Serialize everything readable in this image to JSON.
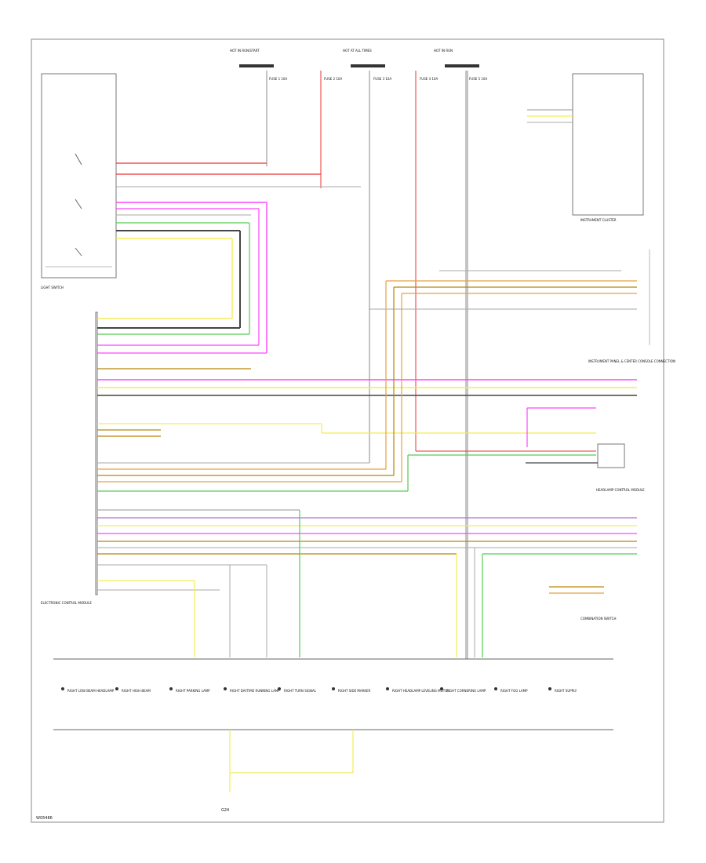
{
  "page_code": "W05486",
  "colors": {
    "red": "#ee3333",
    "pink": "#ff44ff",
    "yellow": "#f2ee55",
    "green": "#55cc55",
    "gray": "#aaaaaa",
    "dark": "#444444",
    "brown": "#b8860b",
    "orange": "#e8a040",
    "violet": "#b070d0",
    "blue": "#6a8cff"
  },
  "labels": {
    "light_switch": "LIGHT SWITCH",
    "instrument_cluster": "INSTRUMENT CLUSTER",
    "instrument_panel_connection": "INSTRUMENT PANEL & CENTER CONSOLE CONNECTION",
    "electronic_control": "ELECTRONIC CONTROL MODULE",
    "headlamp_control": "HEADLAMP CONTROL MODULE",
    "combination_switch": "COMBINATION SWITCH",
    "fuse_1": "FUSE 1 10A",
    "fuse_2": "FUSE 2 10A",
    "fuse_3": "FUSE 3 10A",
    "fuse_4": "FUSE 4 10A",
    "fuse_5": "FUSE 5 10A",
    "power_supply_1": "HOT IN RUN/START",
    "power_supply_2": "HOT AT ALL TIMES",
    "power_supply_3": "HOT IN RUN"
  },
  "ground_label": "G24",
  "bottom_components": [
    "RIGHT LOW BEAM HEADLAMP",
    "RIGHT HIGH BEAM",
    "RIGHT PARKING LAMP",
    "RIGHT DAYTIME RUNNING LAMP",
    "RIGHT TURN SIGNAL",
    "RIGHT SIDE MARKER",
    "RIGHT HEADLAMP LEVELING MOTOR",
    "RIGHT CORNERING LAMP",
    "RIGHT FOG LAMP",
    "RIGHT SUPPLY"
  ]
}
